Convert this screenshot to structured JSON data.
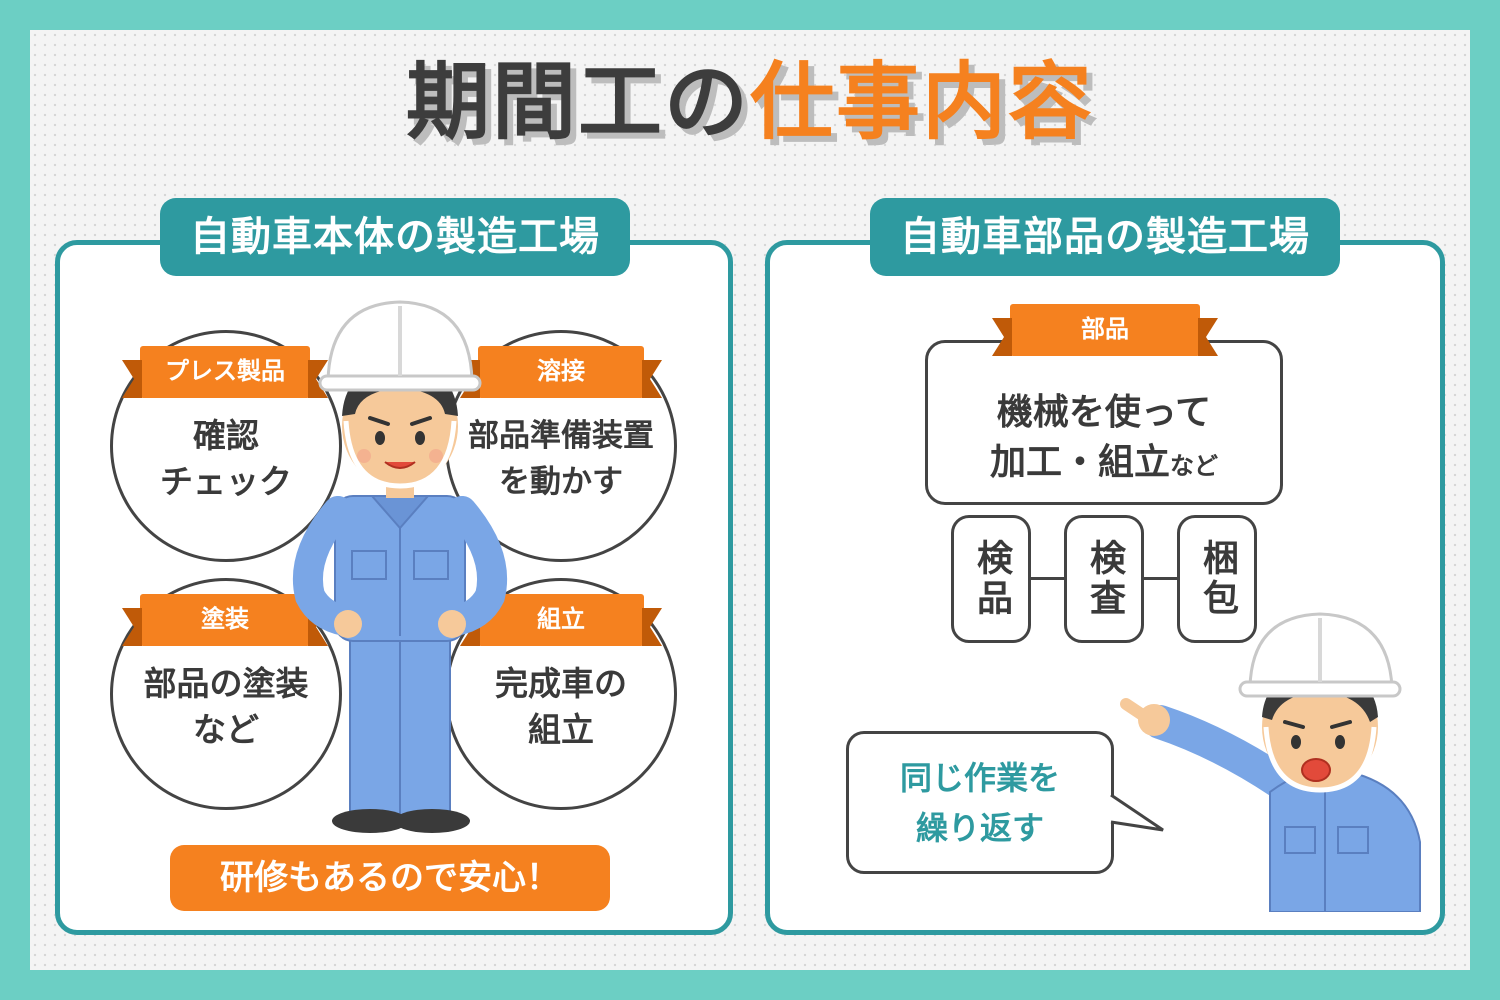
{
  "title": {
    "part1": "期間工の",
    "part2": "仕事内容"
  },
  "left_panel": {
    "heading": "自動車本体の製造工場",
    "tasks": [
      {
        "tag": "プレス製品",
        "text": "確認\nチェック"
      },
      {
        "tag": "溶接",
        "text": "部品準備装置\nを動かす"
      },
      {
        "tag": "塗装",
        "text": "部品の塗装\nなど"
      },
      {
        "tag": "組立",
        "text": "完成車の\n組立"
      }
    ],
    "cta": "研修もあるので安心！"
  },
  "right_panel": {
    "heading": "自動車部品の製造工場",
    "parts_tag": "部品",
    "parts_line1": "機械を使って",
    "parts_line2_main": "加工・組立",
    "parts_line2_small": "など",
    "steps": [
      "検品",
      "検査",
      "梱包"
    ],
    "speech": "同じ作業を\n繰り返す"
  },
  "colors": {
    "teal": "#2e9aa0",
    "orange": "#f5811f",
    "frame": "#6ccfc4",
    "uniform": "#7aa6e6"
  }
}
